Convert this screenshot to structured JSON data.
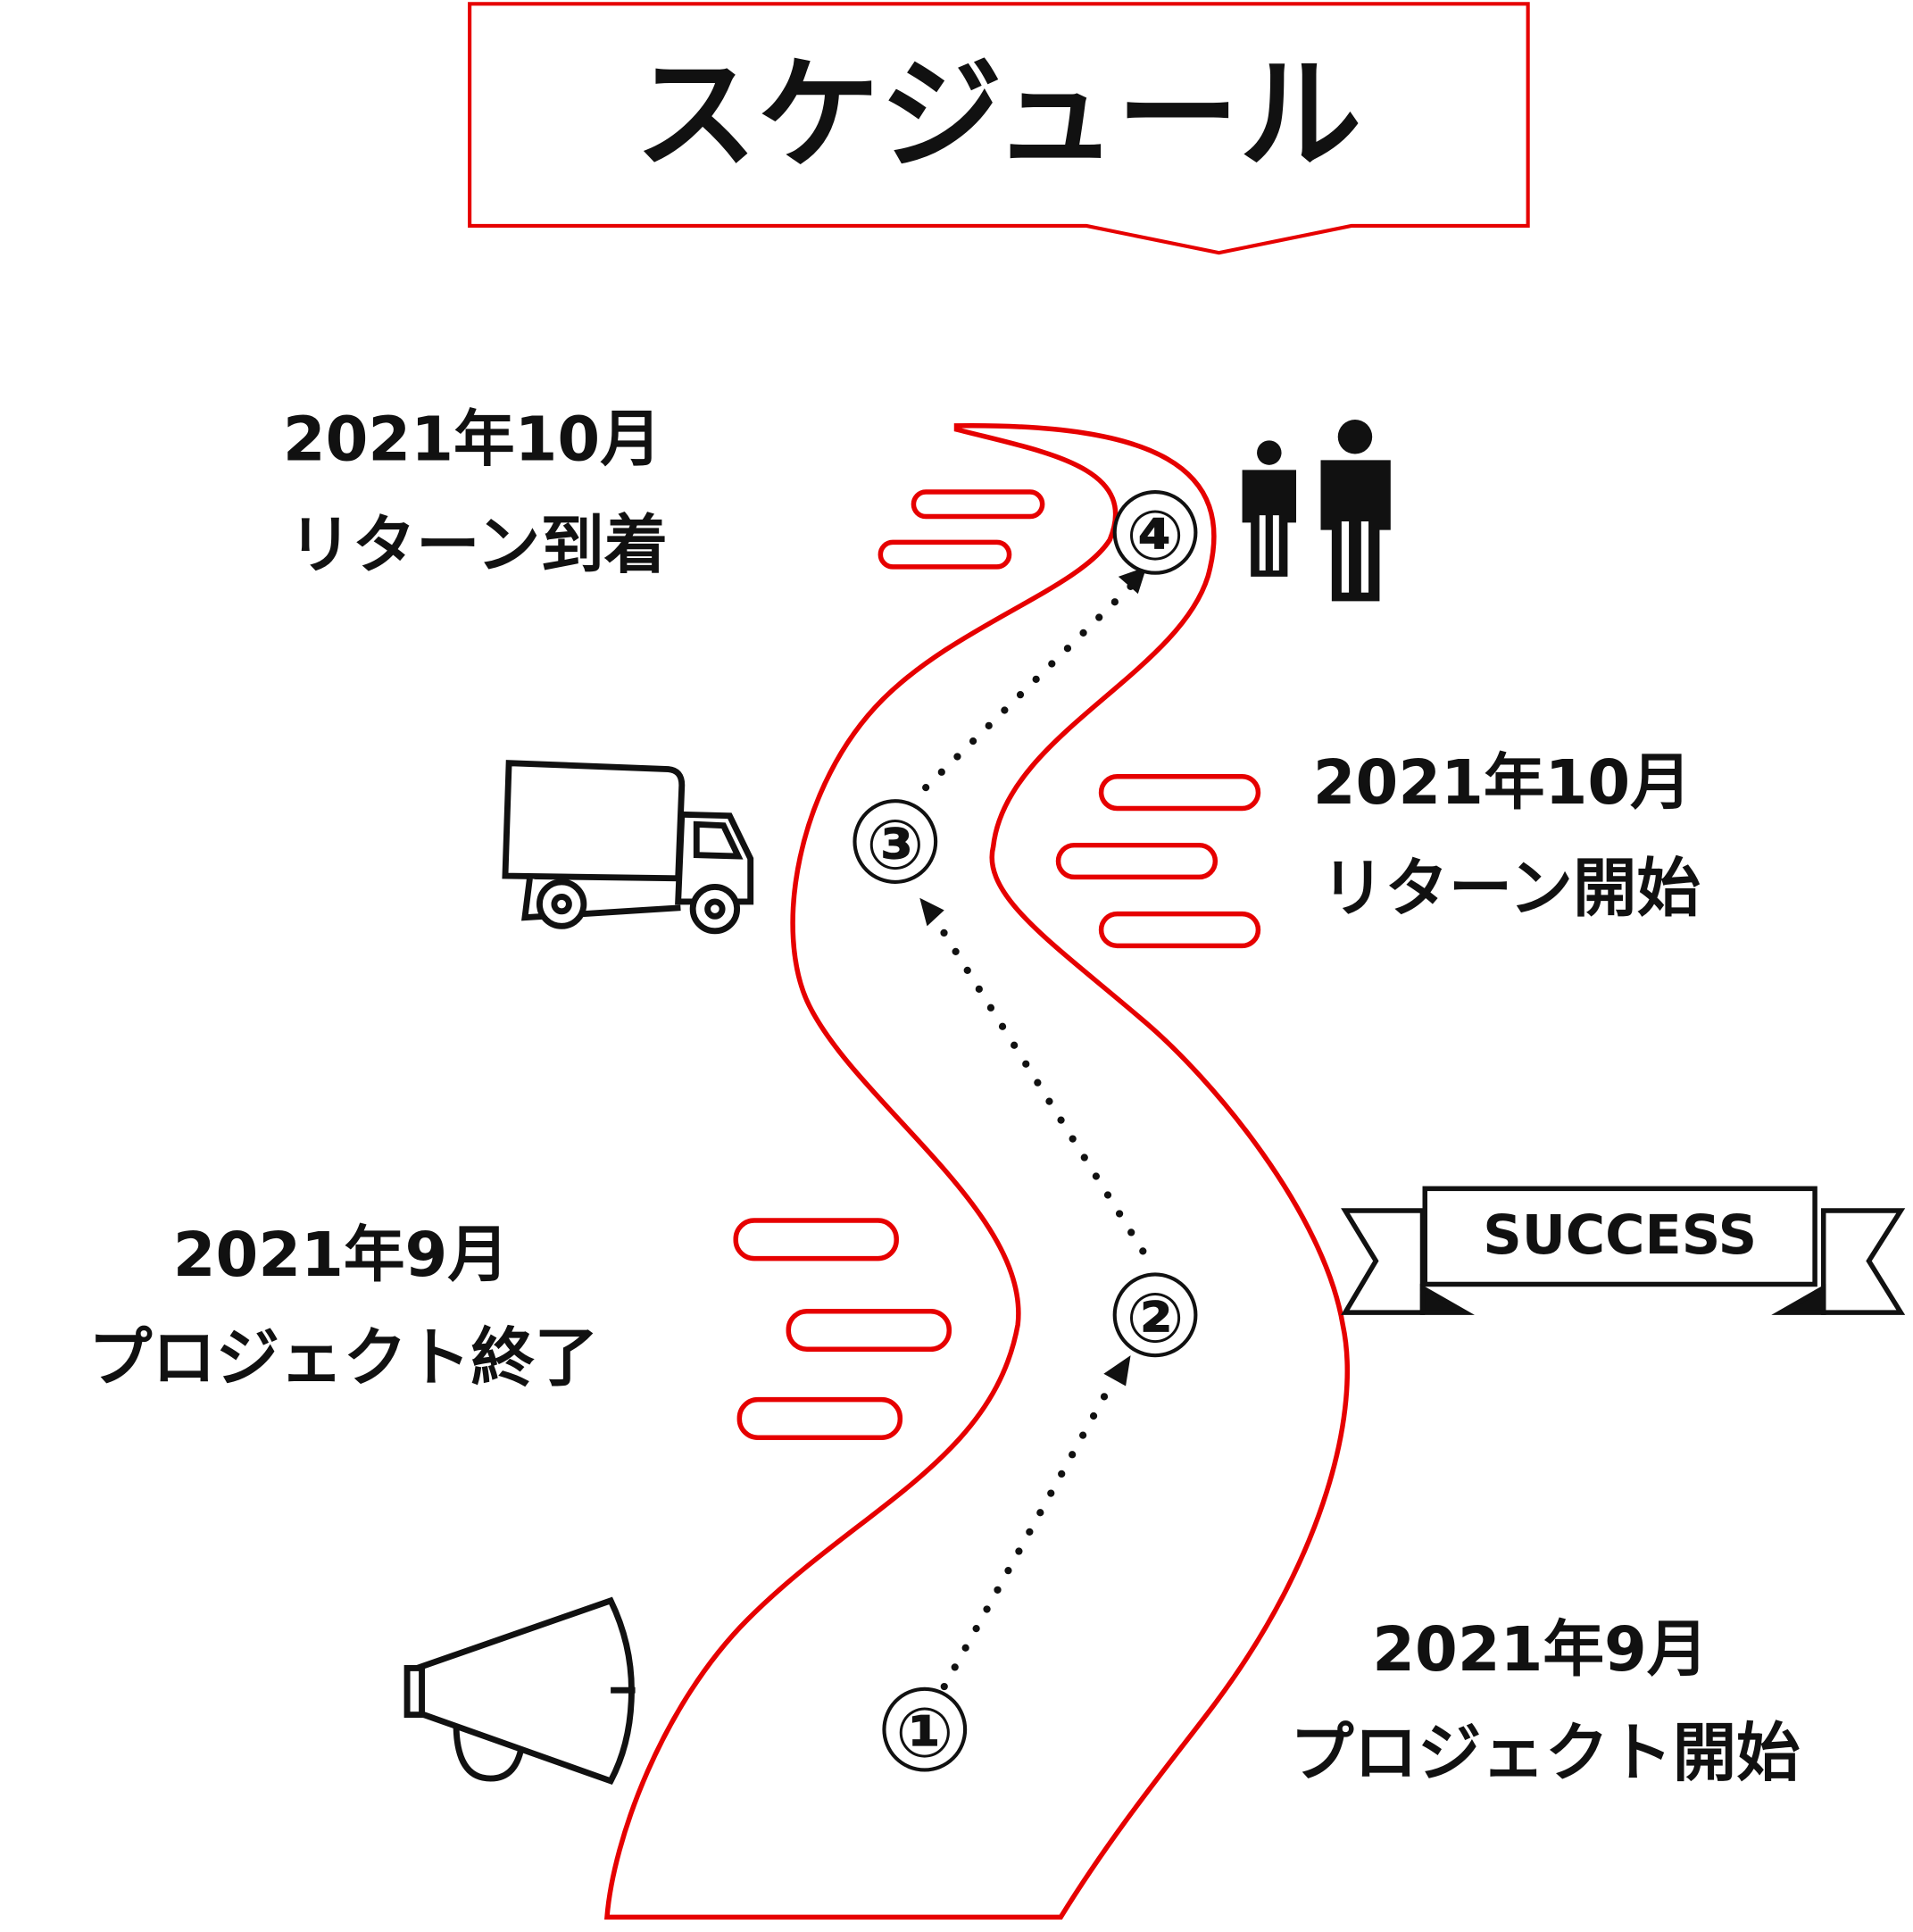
{
  "title": "スケジュール",
  "milestones": [
    {
      "number": "①",
      "date": "2021年9月",
      "label": "プロジェクト開始"
    },
    {
      "number": "②",
      "date": "2021年9月",
      "label": "プロジェクト終了"
    },
    {
      "number": "③",
      "date": "2021年10月",
      "label": "リターン開始"
    },
    {
      "number": "④",
      "date": "2021年10月",
      "label": "リターン到着"
    }
  ],
  "banner": "SUCCESS",
  "colors": {
    "accent": "#e60000",
    "ink": "#111111"
  }
}
